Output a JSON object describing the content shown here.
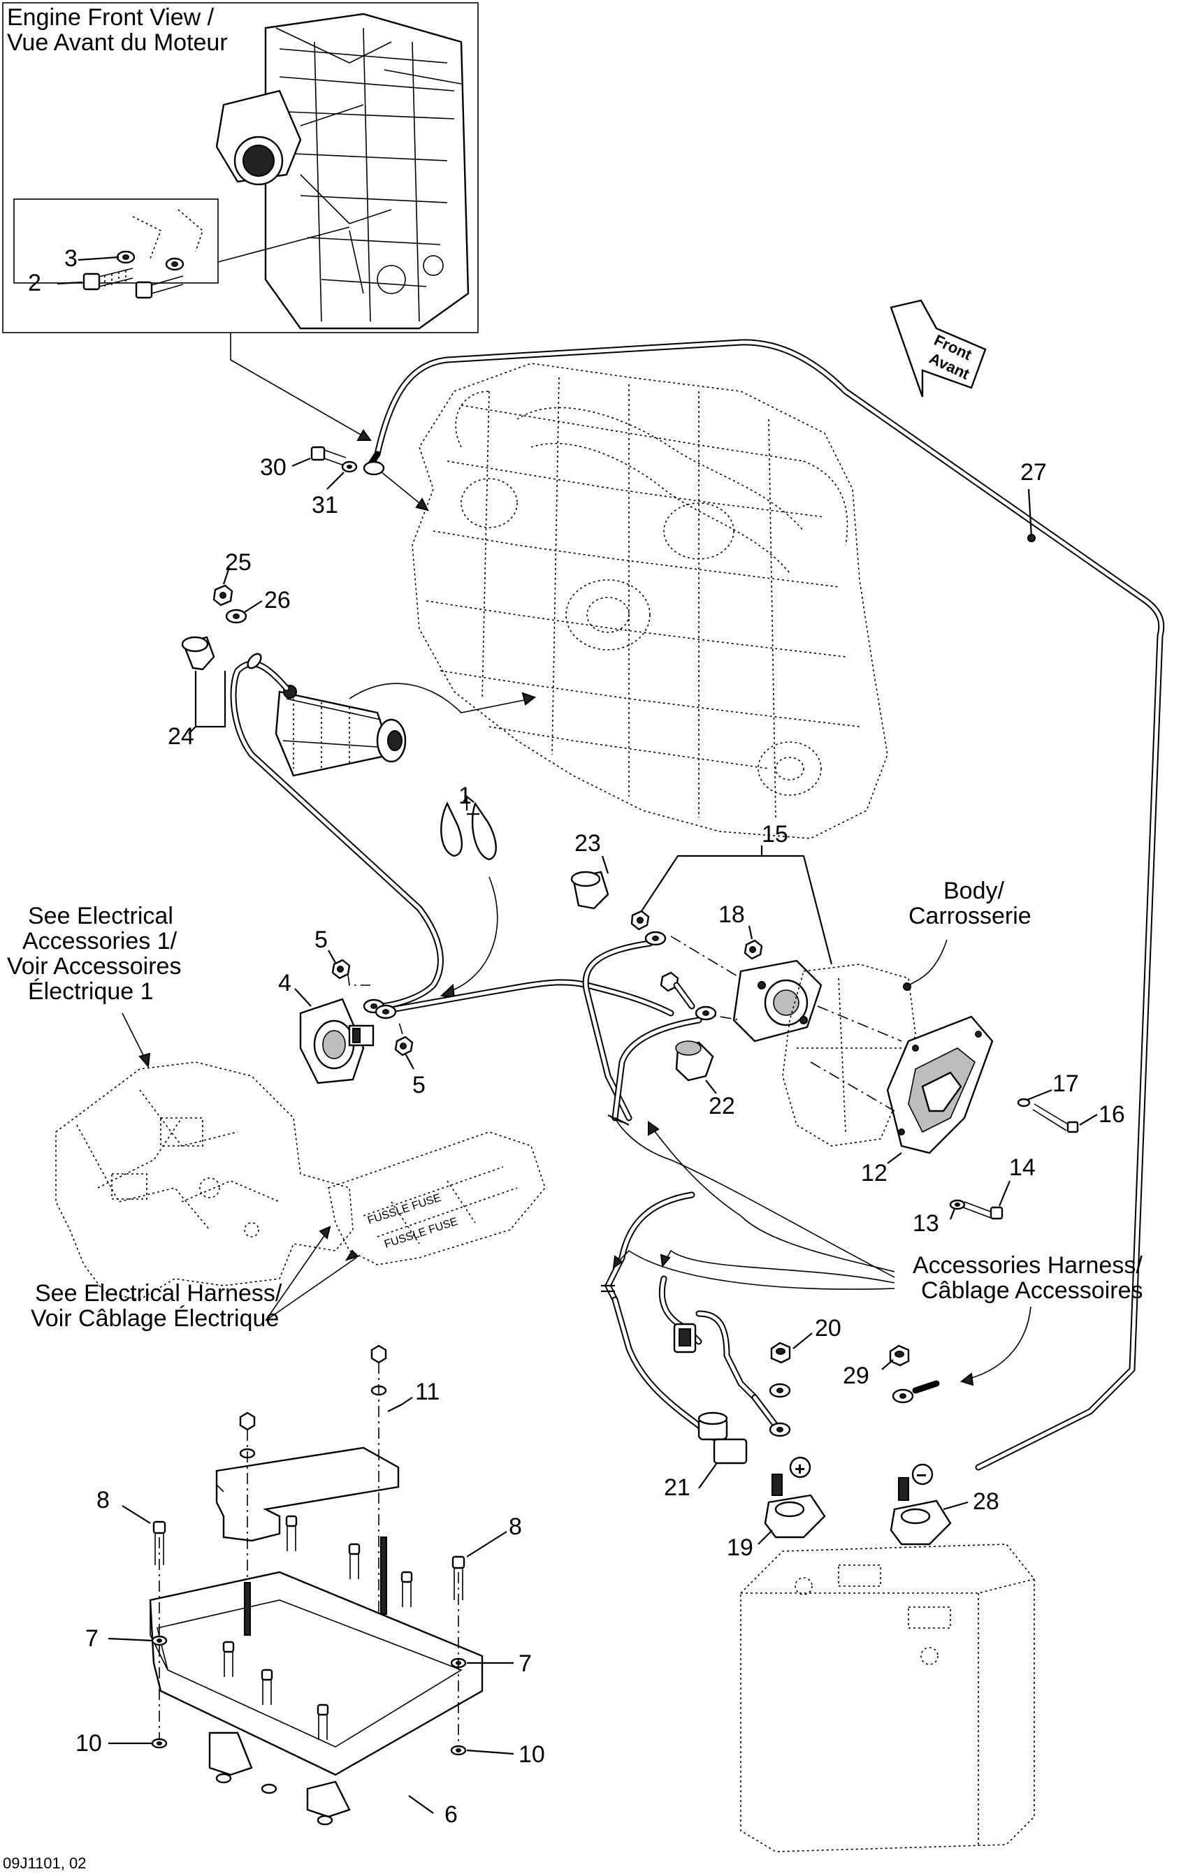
{
  "inset": {
    "title_line1": "Engine Front View /",
    "title_line2": "Vue Avant du Moteur"
  },
  "front_arrow": {
    "line1": "Front",
    "line2": "Avant"
  },
  "callouts": {
    "c1": "1",
    "c2": "2",
    "c3": "3",
    "c4": "4",
    "c5a": "5",
    "c5b": "5",
    "c6": "6",
    "c7a": "7",
    "c7b": "7",
    "c8a": "8",
    "c8b": "8",
    "c10a": "10",
    "c10b": "10",
    "c11": "11",
    "c12": "12",
    "c13": "13",
    "c14": "14",
    "c15": "15",
    "c16": "16",
    "c17": "17",
    "c18": "18",
    "c19": "19",
    "c20": "20",
    "c21": "21",
    "c22": "22",
    "c23": "23",
    "c24": "24",
    "c25": "25",
    "c26": "26",
    "c27": "27",
    "c28": "28",
    "c29": "29",
    "c30": "30",
    "c31": "31"
  },
  "notes": {
    "body_line1": "Body/",
    "body_line2": "Carrosserie",
    "elec_acc_line1": "See Electrical",
    "elec_acc_line2": "Accessories 1/",
    "elec_acc_line3": "Voir Accessoires",
    "elec_acc_line4": "Électrique 1",
    "acc_harness_line1": "Accessories Harness/",
    "acc_harness_line2": "Câblage Accessoires",
    "elec_harness_line1": "See Electrical Harness/",
    "elec_harness_line2": "Voir Câblage Électrique"
  },
  "battery_terminals": {
    "positive": "+",
    "negative": "−"
  },
  "fuse_labels": {
    "fuse1": "FUSSLE FUSE",
    "fuse2": "FUSSLE FUSE"
  },
  "figure_code": "09J1101, 02"
}
